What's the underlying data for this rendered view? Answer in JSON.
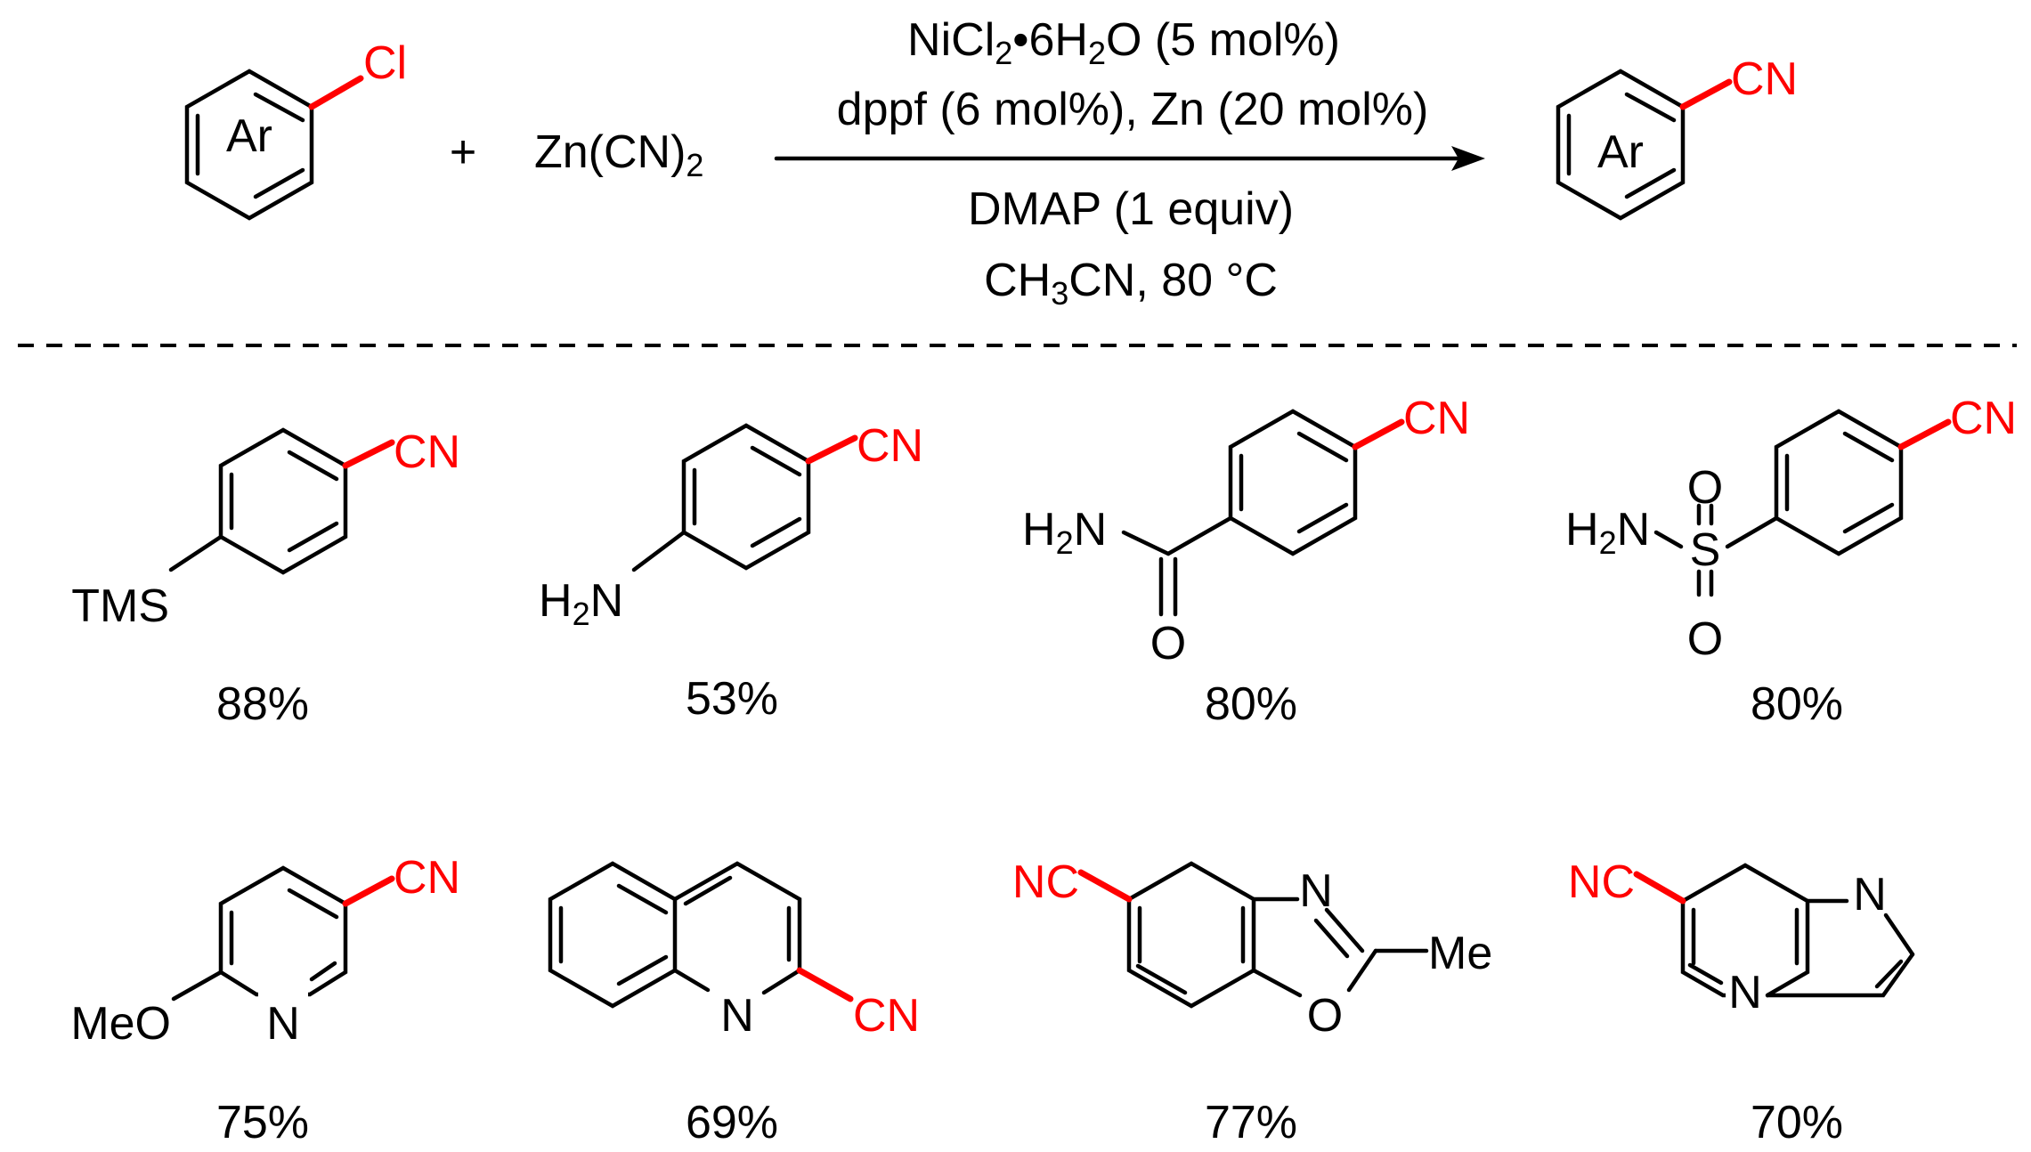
{
  "colors": {
    "bond": "#000000",
    "new_bond": "#ff0000"
  },
  "reaction": {
    "reactant_substituent": "Cl",
    "ring_label": "Ar",
    "plus": "+",
    "reagent": "Zn(CN)",
    "reagent_subscript": "2",
    "product_substituent": "CN",
    "product_ring_label": "Ar",
    "conditions": {
      "above_1": [
        "NiCl",
        "2",
        "•6H",
        "2",
        "O (5 mol%)"
      ],
      "above_2": "dppf (6 mol%), Zn (20 mol%)",
      "below_1": "DMAP (1 equiv)",
      "below_2": [
        "CH",
        "3",
        "CN, 80 °C"
      ]
    }
  },
  "products": [
    {
      "labels": {
        "cn": "CN",
        "sub": "TMS"
      },
      "yield": "88%"
    },
    {
      "labels": {
        "cn": "CN",
        "sub": "H",
        "sub2": "2",
        "sub3": "N"
      },
      "yield": "53%"
    },
    {
      "labels": {
        "cn": "CN",
        "sub": "H",
        "sub2": "2",
        "sub3": "N",
        "o": "O"
      },
      "yield": "80%"
    },
    {
      "labels": {
        "cn": "CN",
        "sub": "H",
        "sub2": "2",
        "sub3": "N",
        "s": "S",
        "o": "O"
      },
      "yield": "80%"
    },
    {
      "labels": {
        "cn": "CN",
        "sub": "MeO",
        "n": "N"
      },
      "yield": "75%"
    },
    {
      "labels": {
        "cn": "CN",
        "n": "N"
      },
      "yield": "69%"
    },
    {
      "labels": {
        "cn": "NC",
        "n": "N",
        "o": "O",
        "me": "Me"
      },
      "yield": "77%"
    },
    {
      "labels": {
        "cn": "NC",
        "n": "N"
      },
      "yield": "70%"
    }
  ]
}
